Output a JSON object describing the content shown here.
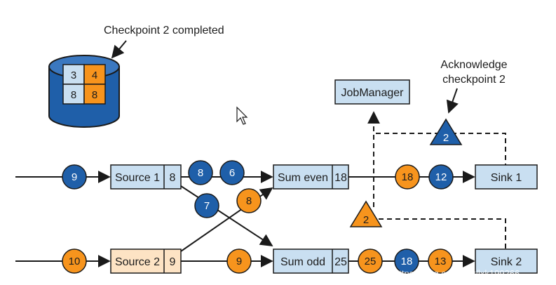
{
  "colors": {
    "blue": "#1f5fa9",
    "orange": "#f7941d",
    "box_blue": "#c9dff1",
    "box_peach": "#fde3c4",
    "line": "#1a1a1a"
  },
  "state_backend": {
    "label": "Checkpoint 2 completed",
    "cells": [
      "3",
      "4",
      "8",
      "8"
    ]
  },
  "operators": {
    "source1": {
      "name": "Source 1",
      "state": "8"
    },
    "source2": {
      "name": "Source 2",
      "state": "9"
    },
    "sum_even": {
      "name": "Sum even",
      "state": "18"
    },
    "sum_odd": {
      "name": "Sum odd",
      "state": "25"
    },
    "sink1": {
      "name": "Sink 1"
    },
    "sink2": {
      "name": "Sink 2"
    },
    "jobmanager": {
      "name": "JobManager"
    }
  },
  "records": {
    "in_source1": "9",
    "s1_to_even_a": "8",
    "s1_to_even_b": "6",
    "s1_to_odd": "7",
    "s2_to_even": "8",
    "in_source2": "10",
    "s2_to_odd": "9",
    "even_to_sink_a": "18",
    "even_to_sink_b": "12",
    "odd_to_sink_a": "25",
    "odd_to_sink_b": "18",
    "odd_to_sink_c": "13"
  },
  "barriers": {
    "sink1": "2",
    "sink2": "2"
  },
  "acknowledge": {
    "line1": "Acknowledge",
    "line2": "checkpoint 2"
  },
  "watermark": "https://blog.csdn.net/lxk199266"
}
